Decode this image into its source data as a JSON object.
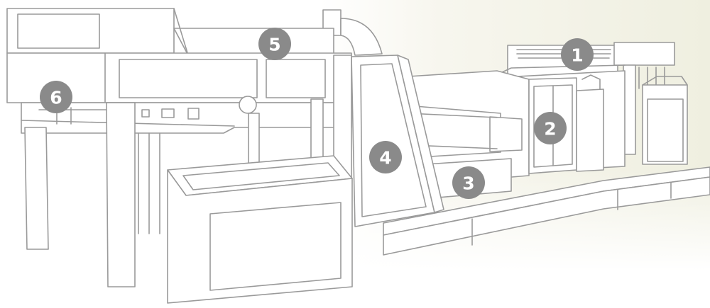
{
  "markers": [
    {
      "label": "1",
      "color": "#8a8a8a"
    },
    {
      "label": "2",
      "color": "#8a8a8a"
    },
    {
      "label": "3",
      "color": "#8a8a8a"
    },
    {
      "label": "4",
      "color": "#8a8a8a"
    },
    {
      "label": "5",
      "color": "#8a8a8a"
    },
    {
      "label": "6",
      "color": "#8a8a8a"
    }
  ],
  "colors": {
    "line": "#9a9a9a",
    "marker": "#8a8a8a",
    "background_tint": "#efefe0"
  }
}
